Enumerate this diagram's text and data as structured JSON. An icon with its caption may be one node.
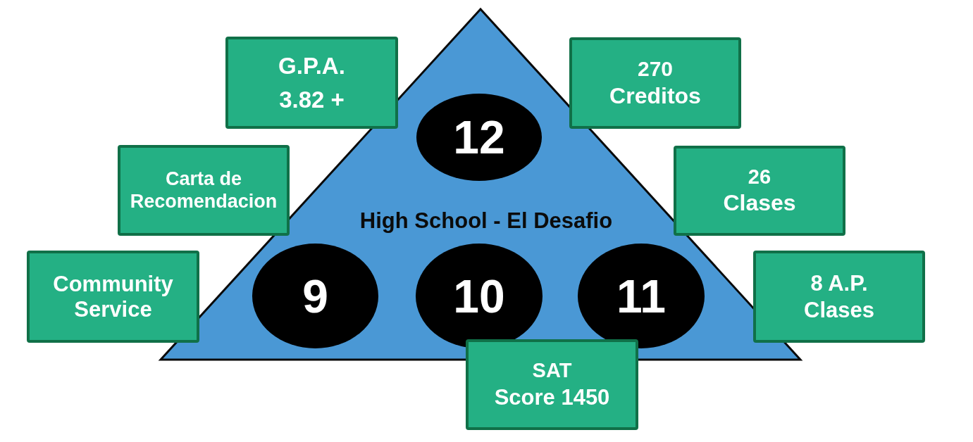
{
  "diagram": {
    "nodes": [
      {
        "text": [
          "High School - El Desafio"
        ]
      },
      {
        "text": [
          "12"
        ],
        "in": 0
      },
      {
        "text": [
          "9"
        ],
        "in": 0
      },
      {
        "text": [
          "10"
        ],
        "in": 0
      },
      {
        "text": [
          "11"
        ],
        "in": 0
      },
      {
        "text": [
          "G.P.A.",
          "3.82 +"
        ]
      },
      {
        "text": [
          "270",
          "Creditos"
        ]
      },
      {
        "text": [
          "Carta de Recomendacion"
        ]
      },
      {
        "text": [
          "26",
          "Clases"
        ]
      },
      {
        "text": [
          "Community Service"
        ]
      },
      {
        "text": [
          "8 A.P.",
          "Clases"
        ]
      },
      {
        "text": [
          "SAT",
          "Score 1450"
        ]
      }
    ]
  }
}
